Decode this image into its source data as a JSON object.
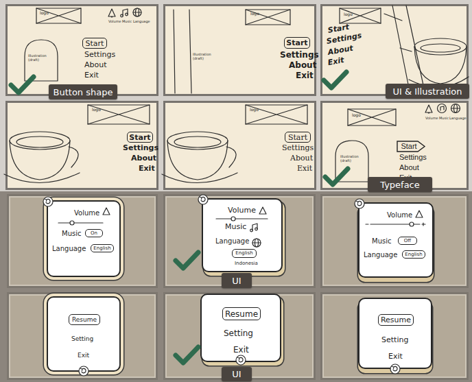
{
  "diagram": {
    "nodes": [
      {
        "text": [
          "logo",
          "Volume",
          "Music",
          "Language",
          "Illustration (draft)",
          "Settings",
          "About",
          "Exit"
        ]
      },
      {
        "text": [
          "Start"
        ],
        "in": 0
      },
      {
        "text": [
          "Button shape"
        ],
        "in": 0
      },
      {
        "text": [
          "logo",
          "Illustration (draft)",
          "Settings",
          "About",
          "Exit"
        ]
      },
      {
        "text": [
          "Start"
        ],
        "in": 3
      },
      {
        "text": [
          "logo",
          "Start",
          "Settings",
          "About",
          "Exit"
        ]
      },
      {
        "text": [
          "UI & Illustration"
        ],
        "in": 5
      },
      {
        "text": [
          "logo",
          "Settings",
          "About",
          "Exit"
        ]
      },
      {
        "text": [
          "Start"
        ],
        "in": 7
      },
      {
        "text": [
          "logo",
          "Settings",
          "About",
          "Exit"
        ]
      },
      {
        "text": [
          "Start"
        ],
        "in": 9
      },
      {
        "text": [
          "Volume",
          "Music",
          "Language",
          "logo",
          "Illustration (draft)",
          "Settings",
          "About",
          "Exit"
        ]
      },
      {
        "text": [
          "Start"
        ],
        "in": 11
      },
      {
        "text": [
          "Typeface"
        ],
        "in": 11
      },
      {
        "text": [
          "Volume",
          "Music",
          "Language"
        ]
      },
      {
        "text": [
          "On"
        ],
        "in": 14
      },
      {
        "text": [
          "English"
        ],
        "in": 14
      },
      {
        "text": [
          "Volume",
          "Music",
          "Language",
          "Indonesia"
        ]
      },
      {
        "text": [
          "English"
        ],
        "in": 17
      },
      {
        "text": [
          "UI"
        ]
      },
      {
        "text": [
          "Volume",
          "Music",
          "Language"
        ]
      },
      {
        "text": [
          "Off"
        ],
        "in": 20
      },
      {
        "text": [
          "English"
        ],
        "in": 20
      },
      {
        "text": [
          "Setting",
          "Exit"
        ]
      },
      {
        "text": [
          "Resume"
        ],
        "in": 23
      },
      {
        "text": [
          "Setting",
          "Exit"
        ]
      },
      {
        "text": [
          "Resume"
        ],
        "in": 25
      },
      {
        "text": [
          "UI"
        ]
      },
      {
        "text": [
          "Setting",
          "Exit"
        ]
      },
      {
        "text": [
          "Resume"
        ],
        "in": 28
      }
    ]
  }
}
